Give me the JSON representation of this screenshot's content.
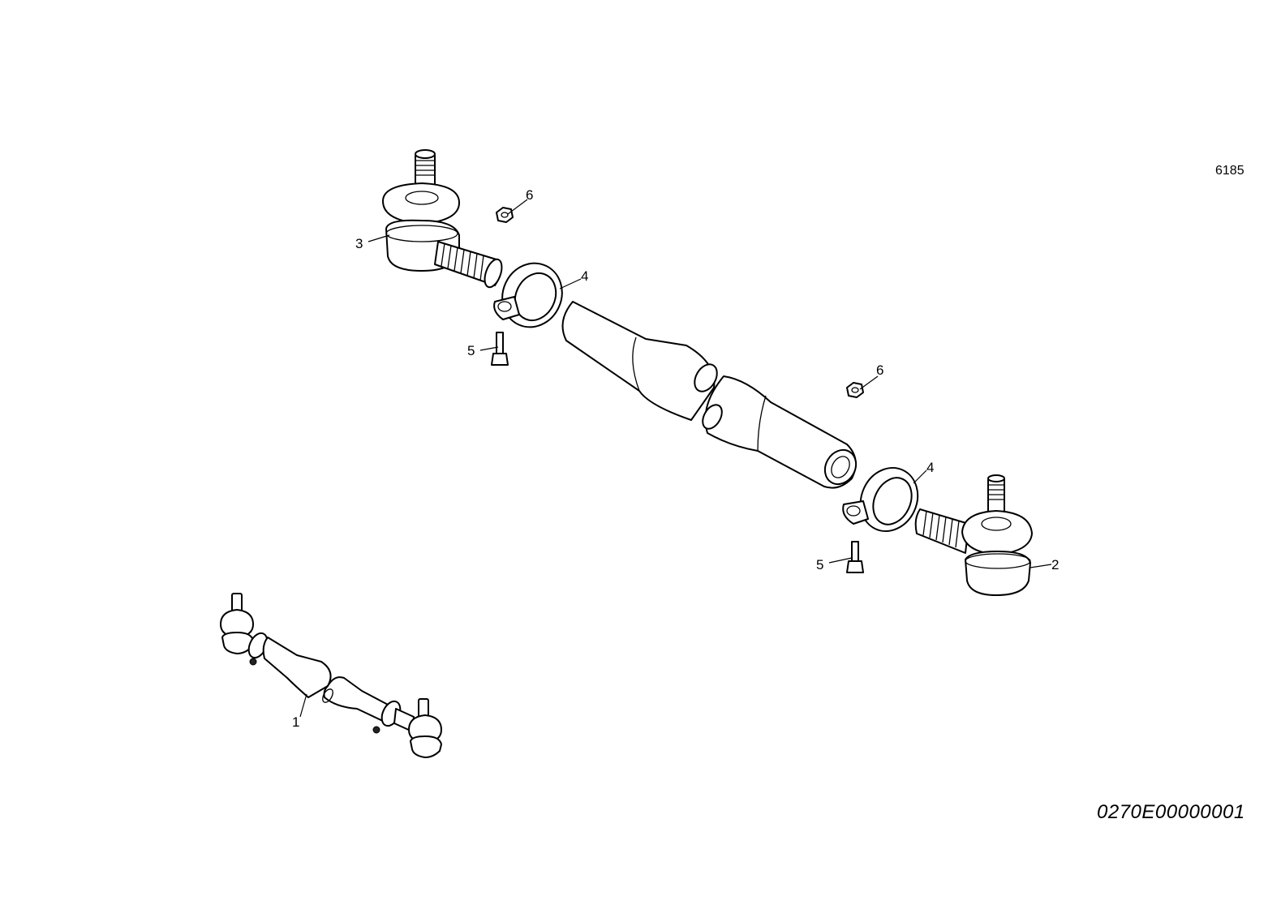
{
  "drawing": {
    "sheet_number": "6185",
    "drawing_code": "0270E00000001"
  },
  "callouts": {
    "c1": "1",
    "c2": "2",
    "c3": "3",
    "c4a": "4",
    "c4b": "4",
    "c5a": "5",
    "c5b": "5",
    "c6a": "6",
    "c6b": "6"
  }
}
